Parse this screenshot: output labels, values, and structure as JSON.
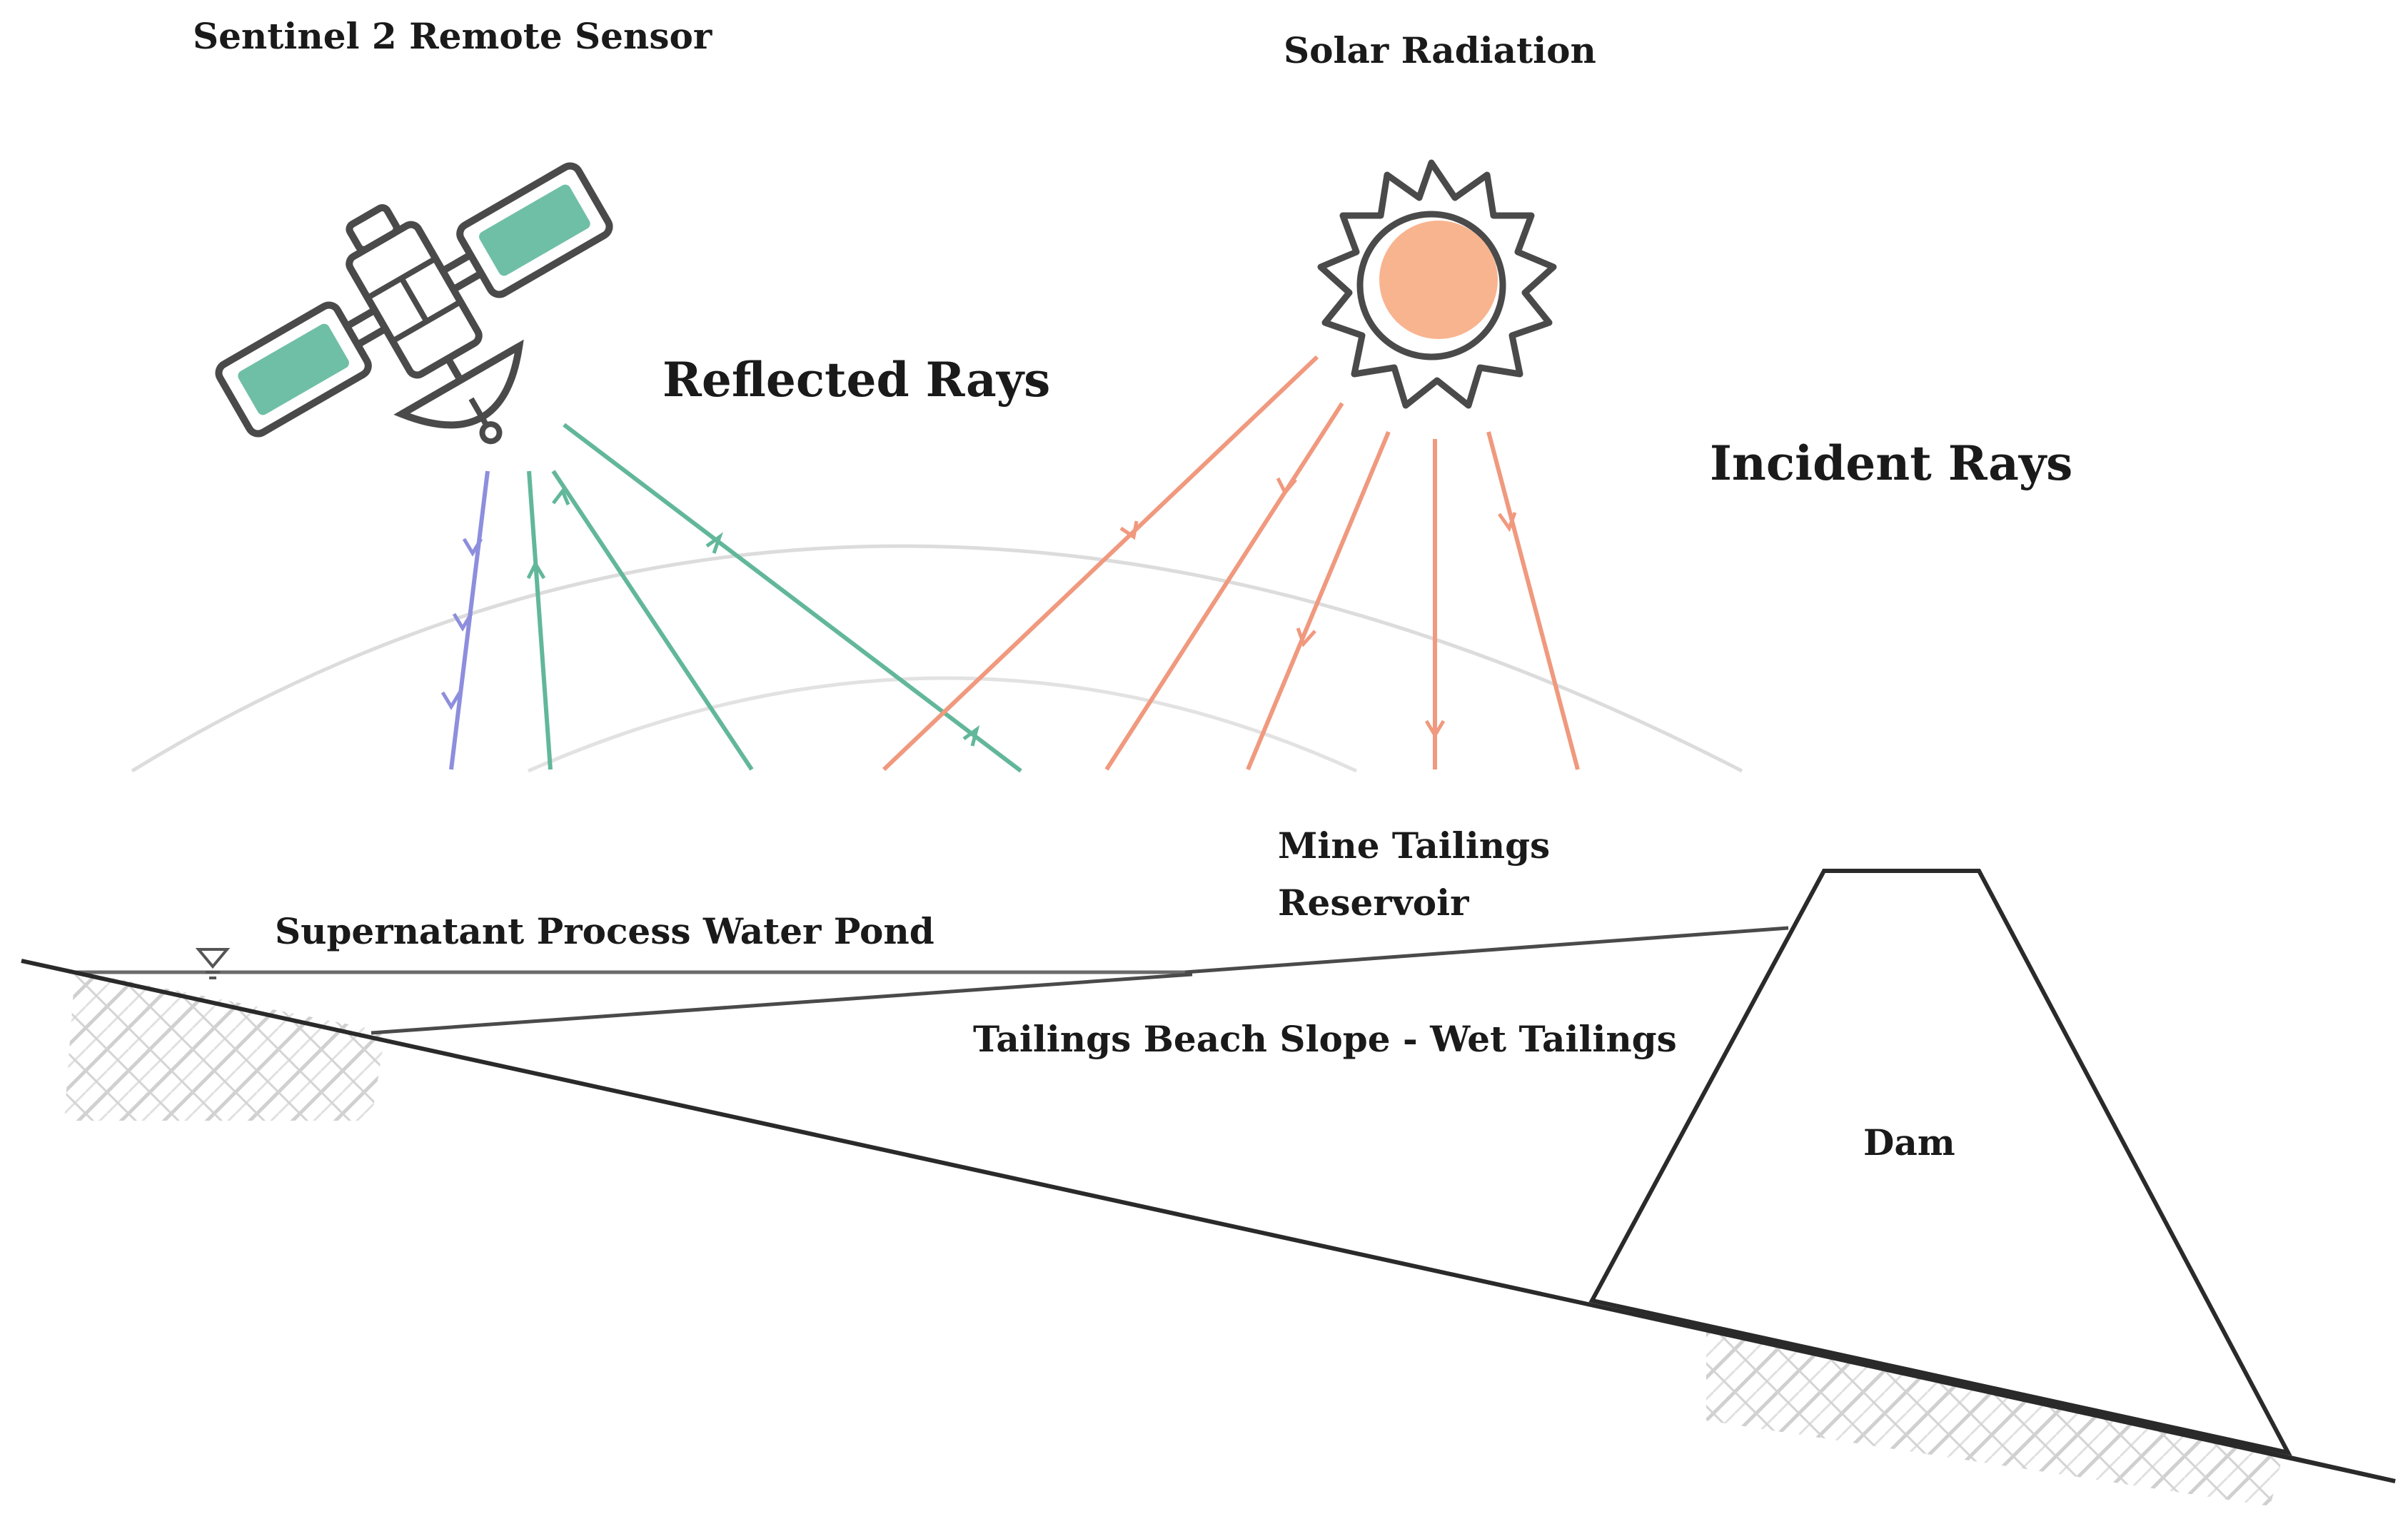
{
  "labels": {
    "sensor": "Sentinel 2 Remote Sensor",
    "solar": "Solar Radiation",
    "reflected": "Reflected Rays",
    "incident": "Incident Rays",
    "reservoir_line1": "Mine Tailings",
    "reservoir_line2": "Reservoir",
    "pond": "Supernatant Process Water Pond",
    "beach": "Tailings Beach Slope - Wet Tailings",
    "dam": "Dam"
  },
  "icons": {
    "satellite": "satellite-icon",
    "sun": "sun-icon",
    "water_level": "water-level-triangle-icon"
  },
  "colors": {
    "reflected_ray": "#62b79b",
    "incident_ray": "#f0997e",
    "sensor_ray": "#8e8ede",
    "solar_panel": "#6fbfa6",
    "sun_core": "#f8b48f",
    "outline": "#4a4a4a",
    "atmosphere": "#dddddd",
    "hatch": "#c8c8c8"
  }
}
